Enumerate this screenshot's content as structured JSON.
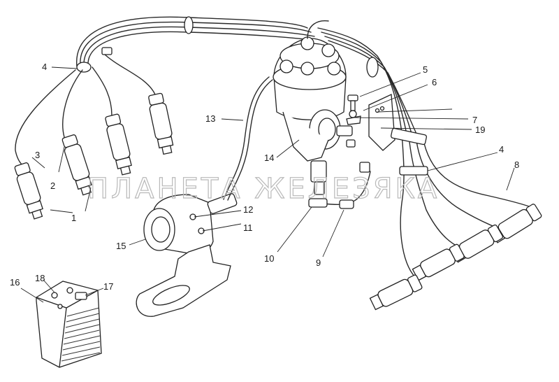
{
  "watermark": "ПЛАНЕТА ЖЕЛЕЗЯКА",
  "callouts": [
    "1",
    "2",
    "3",
    "4",
    "5",
    "6",
    "7",
    "19",
    "4",
    "8",
    "9",
    "10",
    "11",
    "12",
    "13",
    "14",
    "15",
    "16",
    "17",
    "18"
  ]
}
